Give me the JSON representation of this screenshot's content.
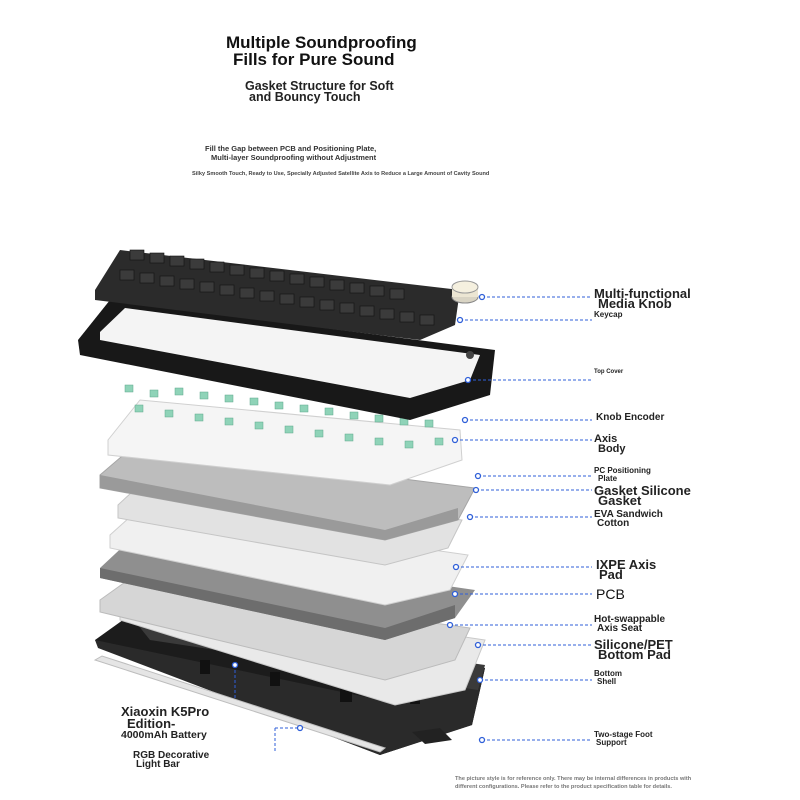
{
  "headline": {
    "line1": "Multiple Soundproofing",
    "line2": "Fills for Pure Sound"
  },
  "subheadline": {
    "line1": "Gasket Structure for Soft",
    "line2": "and Bouncy Touch"
  },
  "note1": {
    "line1": "Fill the Gap between PCB and Positioning Plate,",
    "line2": "Multi-layer Soundproofing without Adjustment"
  },
  "note2": "Silky Smooth Touch, Ready to Use, Specially Adjusted Satellite Axis to Reduce a Large Amount of Cavity Sound",
  "labels": {
    "knob": {
      "line1": "Multi-functional",
      "line2": "Media Knob"
    },
    "keycap": "Keycap",
    "top_cover": "Top Cover",
    "encoder": "Knob Encoder",
    "axis_body": {
      "line1": "Axis",
      "line2": "Body"
    },
    "pc_plate": {
      "line1": "PC Positioning",
      "line2": "Plate"
    },
    "gasket": {
      "line1": "Gasket Silicone",
      "line2": "Gasket"
    },
    "eva": {
      "line1": "EVA Sandwich",
      "line2": "Cotton"
    },
    "ixpe": {
      "line1": "IXPE Axis",
      "line2": "Pad"
    },
    "pcb": "PCB",
    "hotswap": {
      "line1": "Hot-swappable",
      "line2": "Axis Seat"
    },
    "silicone_pet": {
      "line1": "Silicone/PET",
      "line2": "Bottom Pad"
    },
    "bottom_shell": {
      "line1": "Bottom",
      "line2": "Shell"
    },
    "foot": {
      "line1": "Two-stage Foot",
      "line2": "Support"
    },
    "battery": {
      "line1": "Xiaoxin K5Pro",
      "line2": "Edition-",
      "line3": "4000mAh Battery"
    },
    "light_bar": {
      "line1": "RGB Decorative",
      "line2": "Light Bar"
    }
  },
  "disclaimer": {
    "line1": "The picture style is for reference only. There may be internal differences in products with",
    "line2": "different configurations. Please refer to the product specification table for details."
  },
  "colors": {
    "accent": "#2f5fd8",
    "switch": "#8fd3b8",
    "case": "#1c1c1c"
  }
}
